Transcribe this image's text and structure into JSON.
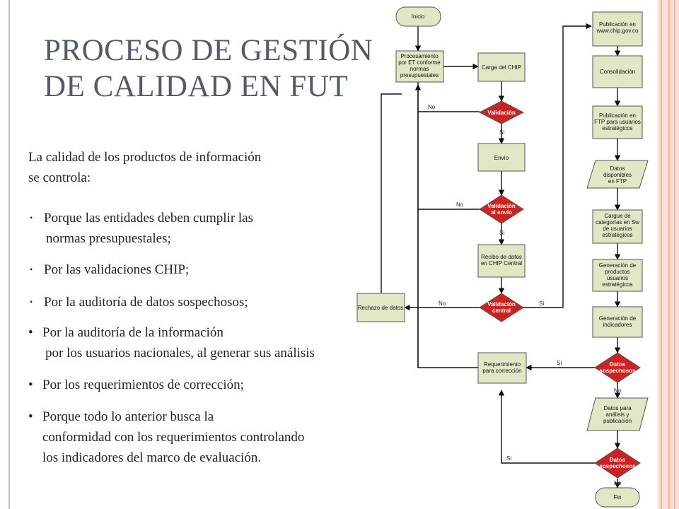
{
  "slide": {
    "title_line1": "PROCESO DE GESTIÓN",
    "title_line2": "DE CALIDAD EN FUT",
    "intro_line1": "La calidad de los productos de información",
    "intro_line2": "se controla:",
    "bullets": [
      {
        "line1": "Porque las entidades deben cumplir las",
        "line2": "normas presupuestales;"
      },
      {
        "line1": "Por las validaciones CHIP;"
      },
      {
        "line1": "Por la auditoría de datos sospechosos;"
      },
      {
        "line1": "Por la auditoría de la información",
        "line2": "por los usuarios nacionales, al generar sus análisis"
      },
      {
        "line1": "Por los requerimientos de corrección;"
      },
      {
        "line1": "Porque todo lo anterior busca la",
        "line2": "conformidad con los requerimientos controlando",
        "line3": "los indicadores del marco de evaluación."
      }
    ]
  },
  "flowchart": {
    "colors": {
      "process_fill": "#dfe7c5",
      "decision_fill": "#cc2222",
      "terminal_fill": "#dfe7c5",
      "stroke": "#555555",
      "arrow": "#111111"
    },
    "nodes": {
      "inicio": "Inicio",
      "procesamiento": [
        "Procesamiento",
        "por ET conforme",
        "normas",
        "presupuestales"
      ],
      "carga": "Carga del CHIP",
      "validacion": "Validación",
      "envio": "Envío",
      "validacion_envio": [
        "Validación",
        "al envío"
      ],
      "recibo": [
        "Recibo de datos",
        "en CHIP Central"
      ],
      "validacion_central": [
        "Validación",
        "central"
      ],
      "rechazo": "Rechazo de datos",
      "publicacion_web": [
        "Publicación en",
        "www.chip.gov.co"
      ],
      "consolidacion": "Consolidación",
      "publicacion_ftp": [
        "Publicación en",
        "FTP para usuarios",
        "estratégicos"
      ],
      "datos_ftp": [
        "Datos",
        "disponibles",
        "en FTP"
      ],
      "cargue": [
        "Cargue de",
        "categorías en Sw",
        "de usuarios",
        "estratégicos"
      ],
      "generacion_productos": [
        "Generación de",
        "productos",
        "usuarios",
        "estratégicos"
      ],
      "generacion_indicadores": [
        "Generación de",
        "indicadores"
      ],
      "datos_sospechosos_1": [
        "Datos",
        "sospechosos"
      ],
      "requerimiento": [
        "Requerimiento",
        "para corrección"
      ],
      "datos_analisis": [
        "Datos para",
        "análisis y",
        "publicación"
      ],
      "datos_sospechosos_2": [
        "Datos",
        "sospechosos"
      ],
      "fin": "Fin"
    },
    "edge_labels": {
      "no": "No",
      "si": "Si"
    }
  }
}
